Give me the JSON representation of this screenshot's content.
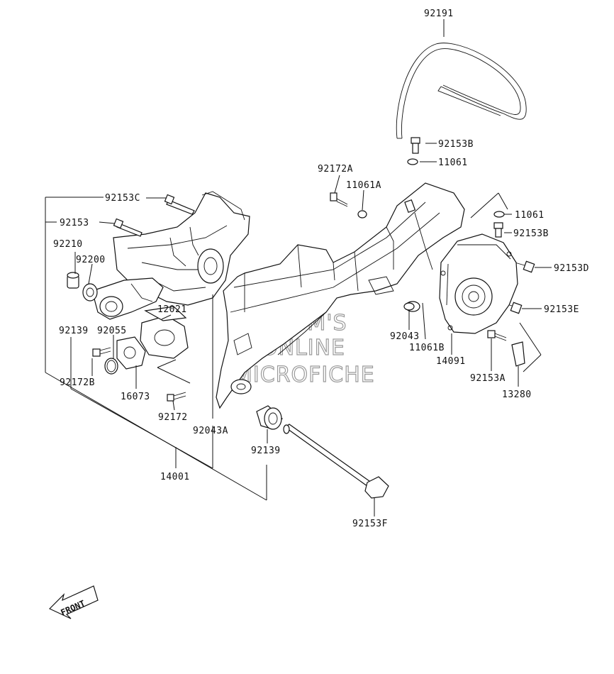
{
  "labels": {
    "p92191": "92191",
    "p92153B_top": "92153B",
    "p11061_top": "11061",
    "p92172A": "92172A",
    "p11061A": "11061A",
    "p92153C": "92153C",
    "p92153": "92153",
    "p92210": "92210",
    "p92200": "92200",
    "p12021": "12021",
    "p92139_left": "92139",
    "p92055": "92055",
    "p92172B": "92172B",
    "p16073": "16073",
    "p92172": "92172",
    "p92043A": "92043A",
    "p92139_mid": "92139",
    "p14001": "14001",
    "p92153F": "92153F",
    "p11061_right": "11061",
    "p92153B_right": "92153B",
    "p92153D": "92153D",
    "p92153E": "92153E",
    "p92043": "92043",
    "p11061B": "11061B",
    "p14091": "14091",
    "p92153A": "92153A",
    "p13280": "13280"
  },
  "watermark": {
    "line1": "HLSM'S",
    "line2": "ONLINE",
    "line3": "MICROFICHE"
  },
  "front_indicator": "FRONT"
}
